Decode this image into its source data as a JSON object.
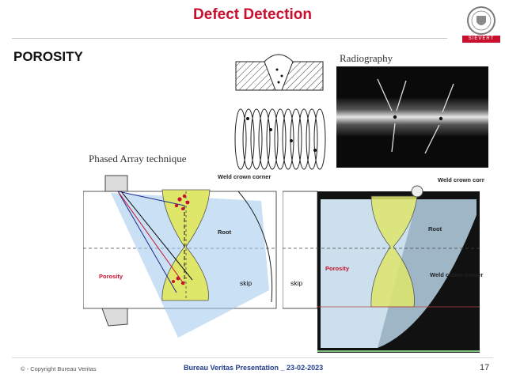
{
  "header": {
    "title": "Defect Detection",
    "logo_text": "SIEVERT"
  },
  "section": {
    "heading": "POROSITY"
  },
  "labels": {
    "radiography": "Radiography",
    "phased_array": "Phased Array technique"
  },
  "left_diagram": {
    "weld_crown_corner": "Weld crown corner",
    "root": "Root",
    "porosity": "Porosity",
    "skip": "skip"
  },
  "right_diagram": {
    "weld_crown_corner_top": "Weld crown corner",
    "root": "Root",
    "porosity": "Porosity",
    "weld_crown_corner_bottom": "Weld crown corner",
    "skip": "skip"
  },
  "footer": {
    "copyright": "© - Copyright Bureau Veritas",
    "presentation": "Bureau Veritas Presentation _ 23-02-2023",
    "page_number": "17"
  },
  "colors": {
    "title_red": "#c8102e",
    "footer_blue": "#1f3b8c",
    "weld_yellow": "#dfe76a",
    "beam_blue": "#9cc7ec"
  }
}
